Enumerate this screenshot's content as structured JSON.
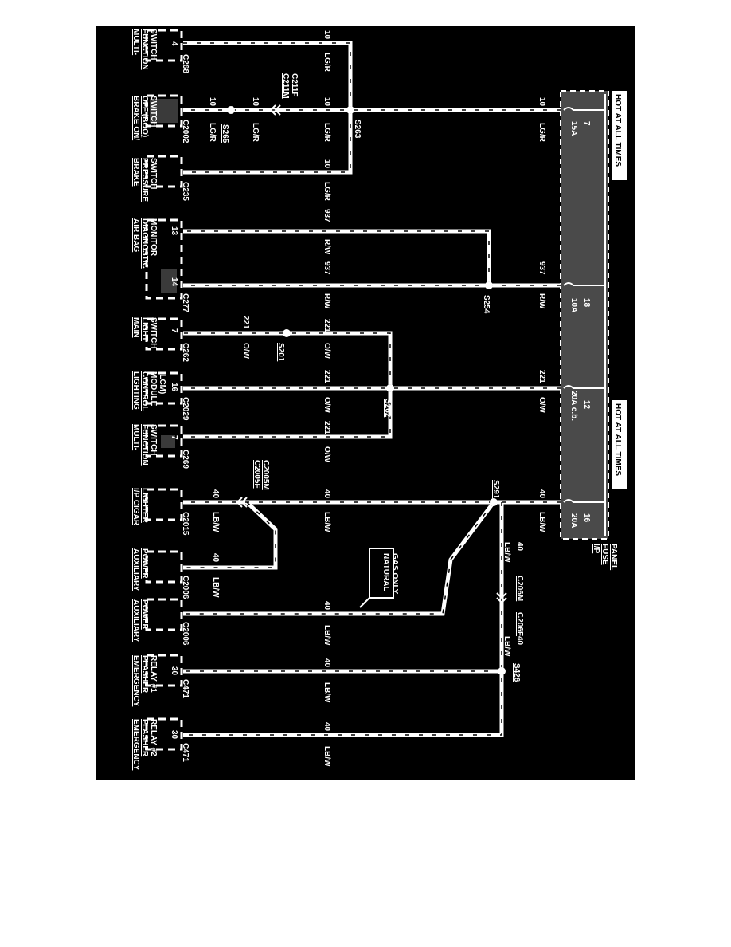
{
  "fuse_panel": {
    "title_lines": [
      "I/P",
      "FUSE",
      "PANEL"
    ],
    "hot_label": "HOT AT ALL TIMES",
    "fuses": [
      {
        "id": "f7",
        "cavity": "7",
        "rating": "15A"
      },
      {
        "id": "f18",
        "cavity": "18",
        "rating": "10A"
      },
      {
        "id": "f12",
        "cavity": "12",
        "rating": "20A c.b."
      },
      {
        "id": "f16",
        "cavity": "16",
        "rating": "20A"
      }
    ]
  },
  "splices": [
    {
      "id": "S263"
    },
    {
      "id": "S265"
    },
    {
      "id": "S254"
    },
    {
      "id": "S201"
    },
    {
      "id": "S262"
    },
    {
      "id": "S291"
    },
    {
      "id": "S426"
    }
  ],
  "inline_connectors": [
    {
      "id": "c211",
      "lines": [
        "C211M",
        "C211F"
      ]
    },
    {
      "id": "c2005",
      "lines": [
        "C2005F",
        "C2005M"
      ]
    },
    {
      "id": "c206",
      "lines": [
        "C206M",
        "C206F"
      ]
    }
  ],
  "wire_labels": {
    "w10": "10",
    "lgr": "LG/R",
    "w937": "937",
    "rw": "R/W",
    "w221": "221",
    "ow": "O/W",
    "w40": "40",
    "lbw": "LB/W"
  },
  "note": {
    "lines": [
      "NATURAL",
      "GAS ONLY"
    ]
  },
  "components": [
    {
      "id": "mfs1",
      "name_lines": [
        "MULTI-",
        "FUNCTION",
        "SWITCH"
      ],
      "connector": "C268",
      "pins": [
        "4"
      ]
    },
    {
      "id": "boo",
      "name_lines": [
        "BRAKE ON/",
        "OFF (BOO)",
        "SWITCH"
      ],
      "connector": "C2002",
      "pins": []
    },
    {
      "id": "bps",
      "name_lines": [
        "BRAKE",
        "PRESSURE",
        "SWITCH"
      ],
      "connector": "C235",
      "pins": []
    },
    {
      "id": "abdm",
      "name_lines": [
        "AIR BAG",
        "DIAGNOSTIC",
        "MONITOR"
      ],
      "connector": "C277",
      "pins": [
        "13",
        "14"
      ]
    },
    {
      "id": "mls",
      "name_lines": [
        "MAIN",
        "LIGHT",
        "SWITCH"
      ],
      "connector": "C262",
      "pins": [
        "7"
      ]
    },
    {
      "id": "lcm",
      "name_lines": [
        "LIGHTING",
        "CONTROL",
        "MODULE",
        "(LCM)"
      ],
      "connector": "C2029",
      "pins": [
        "16"
      ]
    },
    {
      "id": "mfs2",
      "name_lines": [
        "MULTI-",
        "FUNCTION",
        "SWITCH"
      ],
      "connector": "C269",
      "pins": [
        "7"
      ]
    },
    {
      "id": "cig",
      "name_lines": [
        "I/P CIGAR",
        "LIGHTER"
      ],
      "connector": "C2015",
      "pins": []
    },
    {
      "id": "aux1",
      "name_lines": [
        "AUXILIARY",
        "POWER"
      ],
      "connector": "C2006",
      "pins": []
    },
    {
      "id": "aux2",
      "name_lines": [
        "AUXILIARY",
        "POWER"
      ],
      "connector": "C2006",
      "pins": []
    },
    {
      "id": "efr1",
      "name_lines": [
        "EMERGENCY",
        "FLASHER",
        "RELAY #1"
      ],
      "connector": "C471",
      "pins": [
        "30"
      ]
    },
    {
      "id": "efr2",
      "name_lines": [
        "EMERGENCY",
        "FLASHER",
        "RELAY #2"
      ],
      "connector": "C471",
      "pins": [
        "30"
      ]
    }
  ]
}
